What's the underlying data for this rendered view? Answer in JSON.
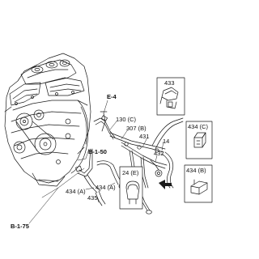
{
  "diagram": {
    "ref_codes": {
      "e4": "E-4",
      "b150": "B-1-50",
      "b175": "B-1-75"
    },
    "callouts": {
      "p433": "433",
      "p434c": "434 (C)",
      "p130c": "130 (C)",
      "p307b": "307 (B)",
      "p431": "431",
      "p14": "14",
      "p432": "432",
      "p24e": "24 (E)",
      "p434b": "434 (B)",
      "p434a_left": "434 (A)",
      "p434a_right": "434 (A)",
      "p435": "435"
    },
    "colors": {
      "line": "#1a1a1a",
      "fill": "#ffffff"
    }
  }
}
